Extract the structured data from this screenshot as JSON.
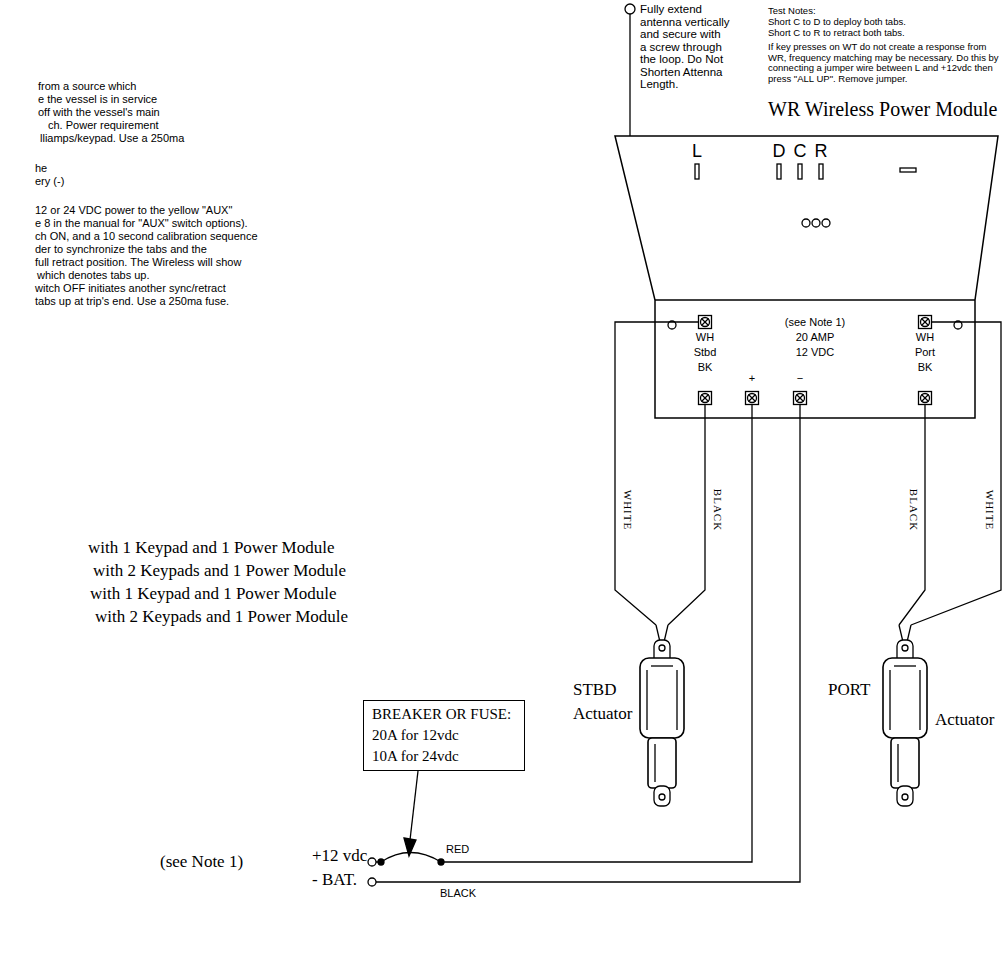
{
  "diagram": {
    "nodes": [
      {
        "text": [
          "WR Wireless Power Module",
          "L",
          "D",
          "C",
          "R",
          "(see Note 1)",
          "20 AMP",
          "12 VDC",
          "WH",
          "Stbd",
          "BK",
          "+",
          "−",
          "WH",
          "Port",
          "BK"
        ]
      },
      {
        "text": [
          "BREAKER OR FUSE:",
          "20A for 12vdc",
          "10A for 24vdc"
        ]
      }
    ],
    "labels": [
      "Fully extend antenna vertically and secure with a screw through the loop. Do Not Shorten Attenna Length.",
      "Test Notes:",
      "Short C to D to deploy both tabs.",
      "Short C to R to retract both tabs.",
      "If key presses on WT do not create a response from WR, frequency matching may be necessary. Do this by connecting a jumper wire between L and +12vdc then press \"ALL UP\". Remove jumper.",
      "from a source which",
      "e the vessel is in service",
      "off with the vessel's main",
      "ch. Power requirement",
      "lliamps/keypad. Use a 250ma",
      "he",
      "ery (-)",
      "12 or 24 VDC power to the yellow \"AUX\"",
      "e 8 in the manual for \"AUX\" switch options).",
      "ch ON, and a 10 second calibration sequence",
      "der to synchronize the tabs and the",
      "full retract position. The Wireless will show",
      "which denotes tabs up.",
      "witch OFF initiates another sync/retract",
      "tabs up at trip's end. Use a 250ma fuse.",
      "with 1 Keypad and 1 Power Module",
      "with 2 Keypads and 1 Power Module",
      "with 1 Keypad and 1 Power Module",
      "with 2 Keypads and 1 Power Module",
      "WHITE",
      "BLACK",
      "BLACK",
      "WHITE",
      "STBD",
      "Actuator",
      "PORT",
      "Actuator",
      "(see Note 1)",
      "+12 vdc",
      "- BAT.",
      "RED",
      "BLACK"
    ]
  }
}
